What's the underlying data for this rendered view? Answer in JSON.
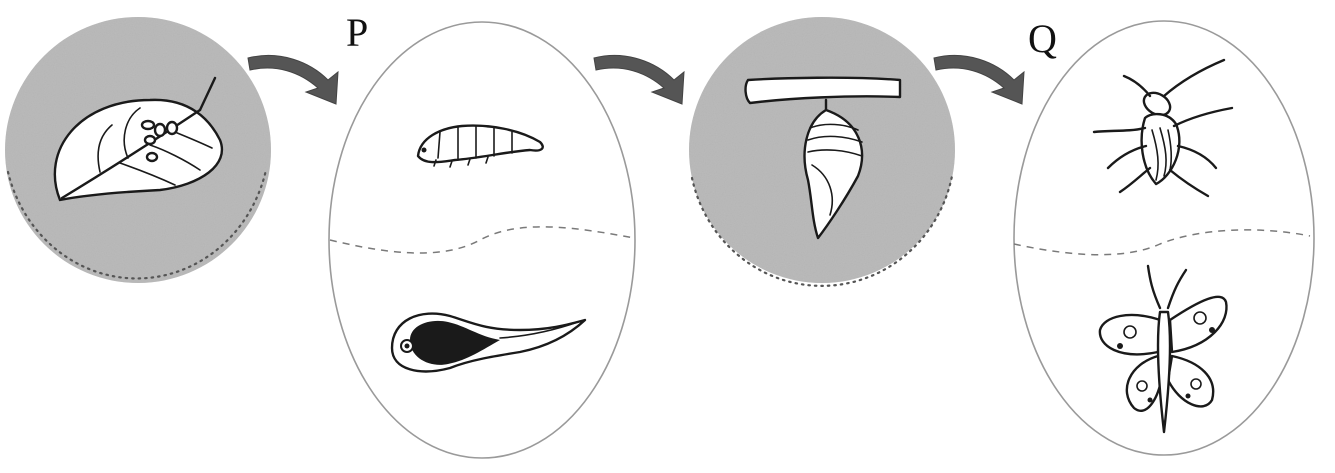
{
  "labels": {
    "p": "P",
    "q": "Q"
  },
  "stages": [
    {
      "id": "eggs-on-leaf"
    },
    {
      "id": "stage-p",
      "top": "larva",
      "bottom": "tadpole"
    },
    {
      "id": "pupa"
    },
    {
      "id": "stage-q",
      "top": "beetle",
      "bottom": "butterfly"
    }
  ],
  "colors": {
    "shaded_disc": "#a9a9a9",
    "arrow": "#555555",
    "oval_outline": "#9a9a9a",
    "ink": "#1a1a1a"
  }
}
